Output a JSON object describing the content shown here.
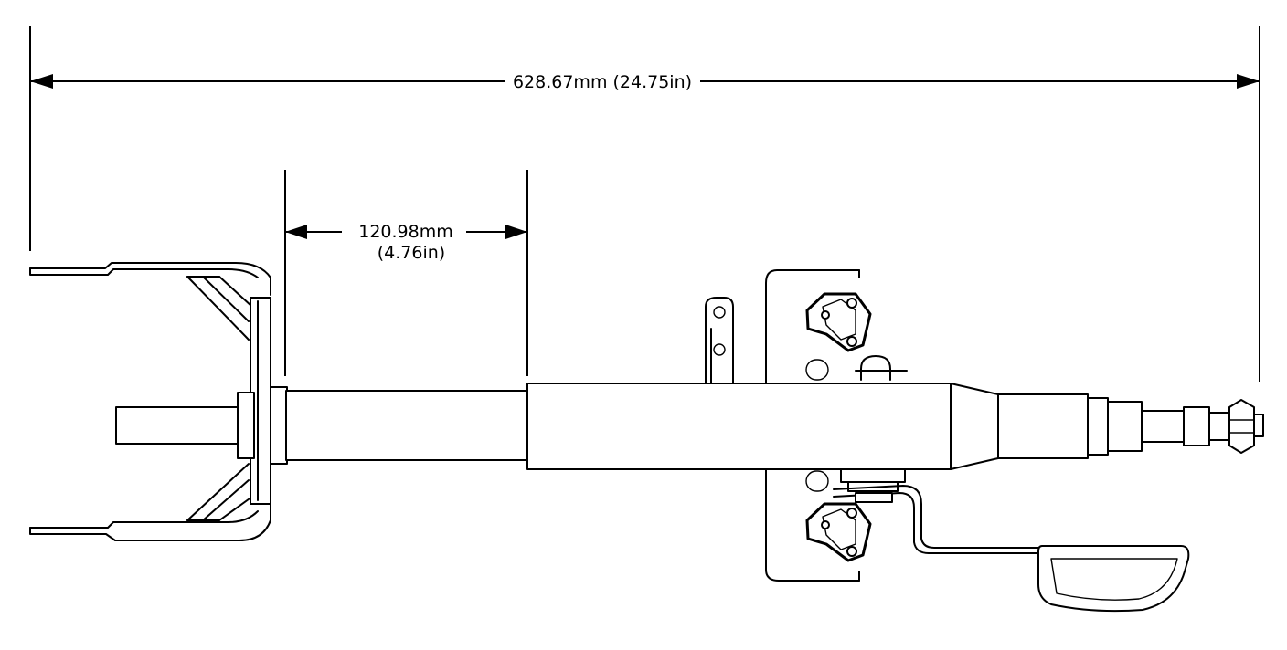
{
  "dimensions": {
    "overall_length": "628.67mm (24.75in)",
    "offset_length_mm": "120.98mm",
    "offset_length_in": "(4.76in)"
  }
}
